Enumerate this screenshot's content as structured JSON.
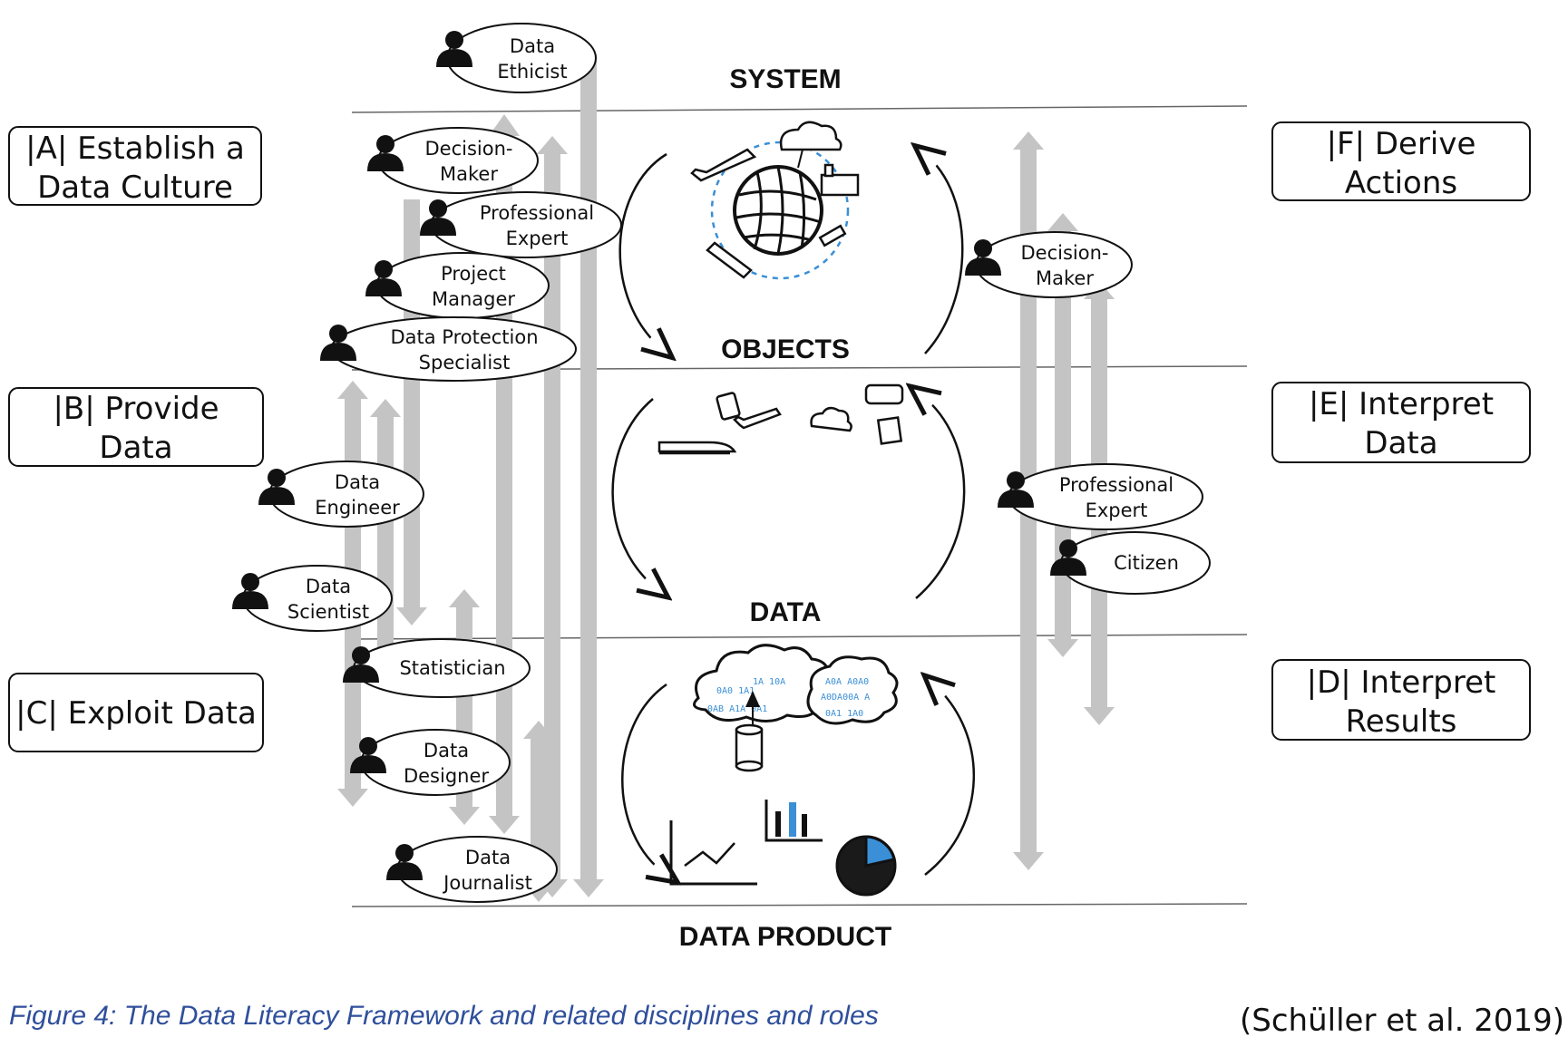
{
  "layers": {
    "system": "SYSTEM",
    "objects": "OBJECTS",
    "data": "DATA",
    "data_product": "DATA PRODUCT"
  },
  "competency_boxes": {
    "a": [
      "|A| Establish a",
      "Data Culture"
    ],
    "b": [
      "|B| Provide",
      "Data"
    ],
    "c": [
      "|C| Exploit Data"
    ],
    "d": [
      "|D| Interpret",
      "Results"
    ],
    "e": [
      "|E| Interpret",
      "Data"
    ],
    "f": [
      "|F| Derive",
      "Actions"
    ]
  },
  "roles": {
    "data_ethicist": [
      "Data",
      "Ethicist"
    ],
    "decision_maker_left": [
      "Decision-",
      "Maker"
    ],
    "professional_expert_left": [
      "Professional",
      "Expert"
    ],
    "project_manager": [
      "Project",
      "Manager"
    ],
    "data_protection_specialist": [
      "Data Protection",
      "Specialist"
    ],
    "data_engineer": [
      "Data",
      "Engineer"
    ],
    "data_scientist": [
      "Data",
      "Scientist"
    ],
    "statistician": [
      "Statistician"
    ],
    "data_designer": [
      "Data",
      "Designer"
    ],
    "data_journalist": [
      "Data",
      "Journalist"
    ],
    "decision_maker_right": [
      "Decision-",
      "Maker"
    ],
    "professional_expert_right": [
      "Professional",
      "Expert"
    ],
    "citizen": [
      "Citizen"
    ]
  },
  "caption": "Figure 4: The Data Literacy Framework and related disciplines and roles",
  "citation": "(Schüller et al. 2019)",
  "colors": {
    "caption": "#2f4f9b",
    "arrow_gray": "#c4c4c4",
    "accent_blue": "#3a8fd6",
    "ink": "#111111"
  }
}
